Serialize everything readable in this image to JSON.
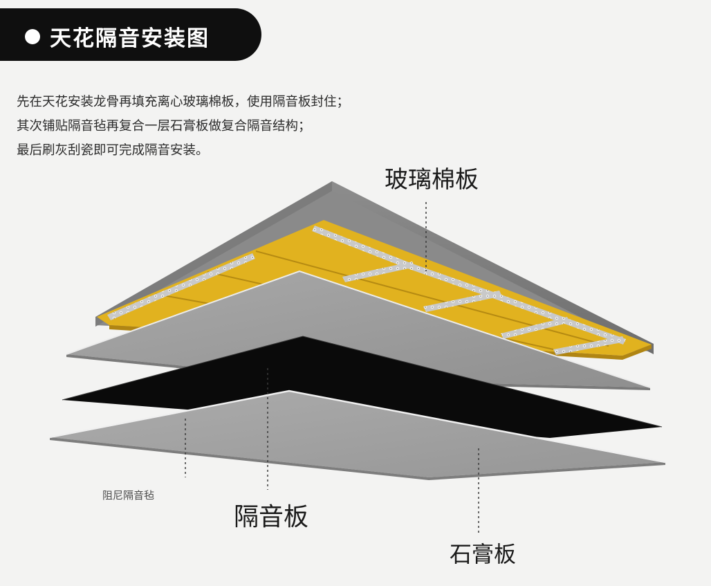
{
  "header": {
    "title": "天花隔音安装图"
  },
  "intro_lines": [
    "先在天花安装龙骨再填充离心玻璃棉板，使用隔音板封住；",
    "其次铺贴隔音毡再复合一层石膏板做复合隔音结构；",
    "最后刷灰刮瓷即可完成隔音安装。"
  ],
  "labels": {
    "glass_wool_board": "玻璃棉板",
    "damping_felt": "阻尼隔音毡",
    "soundproof_board": "隔音板",
    "gypsum_board": "石膏板"
  },
  "colors": {
    "background": "#f3f3f2",
    "header_bg": "#0f0f0f",
    "concrete": "#8a8a8a",
    "glass_wool": "#e0b11e",
    "soundproof_board": "#9b9b9b",
    "damping_felt": "#0a0a0a",
    "gypsum_board": "#a2a2a2",
    "keel": "#d4d4d4"
  }
}
